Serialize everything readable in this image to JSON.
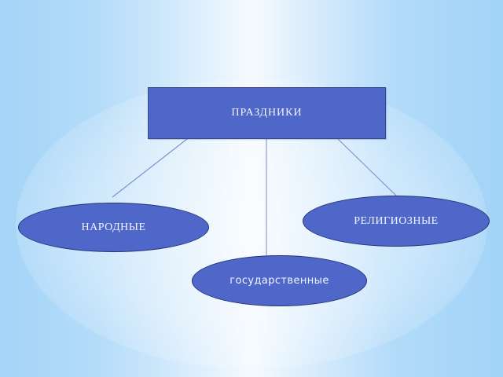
{
  "slide": {
    "background": {
      "edge_color": "#a2d3f8",
      "center_color": "#f4faff"
    },
    "root": {
      "label": "ПРАЗДНИКИ",
      "fill": "#4f67c8"
    },
    "children": [
      {
        "id": "narodnye",
        "label": "НАРОДНЫЕ"
      },
      {
        "id": "religioznye",
        "label": "РЕЛИГИОЗНЫЕ"
      },
      {
        "id": "gosudarstvennye",
        "label": "государственные"
      }
    ],
    "connector_color": "#7f93cf"
  }
}
